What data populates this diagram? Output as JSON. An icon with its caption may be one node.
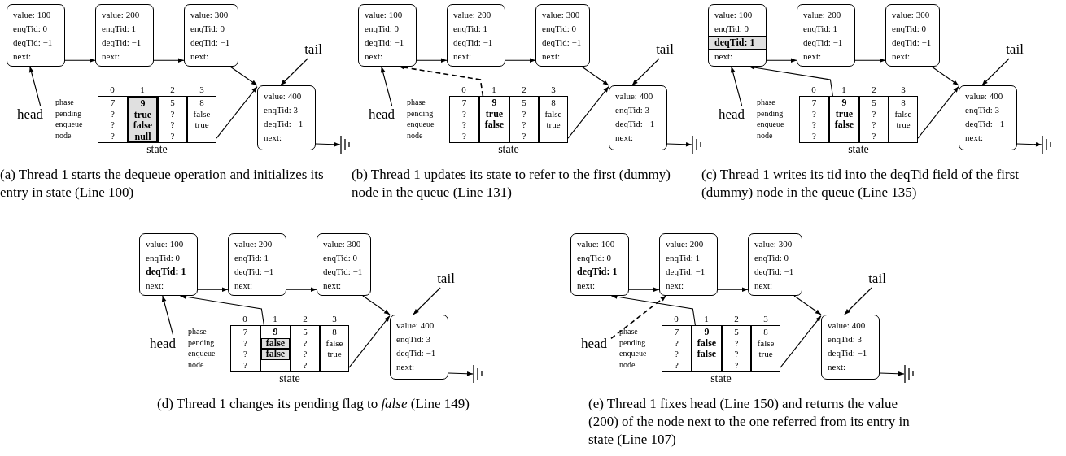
{
  "diagram": {
    "nodes": [
      {
        "text": [
          "value: 100",
          "enqTid: 0",
          "deqTid: −1",
          "next:"
        ]
      },
      {
        "text": [
          "value: 200",
          "enqTid: 1",
          "deqTid: −1",
          "next:"
        ]
      },
      {
        "text": [
          "value: 300",
          "enqTid: 0",
          "deqTid: −1",
          "next:"
        ]
      },
      {
        "text": [
          "value: 400",
          "enqTid: 3",
          "deqTid: −1",
          "next:"
        ]
      },
      {
        "text": [
          "head"
        ]
      },
      {
        "text": [
          "tail"
        ]
      },
      {
        "text": [
          "state"
        ]
      },
      {
        "text": [
          "7",
          "?",
          "?",
          "?"
        ],
        "in": 6
      },
      {
        "text": [
          "9",
          "true",
          "false",
          "null"
        ],
        "in": 6
      },
      {
        "text": [
          "5",
          "?",
          "?",
          "?"
        ],
        "in": 6
      },
      {
        "text": [
          "8",
          "false",
          "true"
        ],
        "in": 6
      },
      {
        "text": [],
        "shape": "ground"
      },
      {
        "text": [
          "value: 100",
          "enqTid: 0",
          "deqTid: −1",
          "next:"
        ]
      },
      {
        "text": [
          "value: 200",
          "enqTid: 1",
          "deqTid: −1",
          "next:"
        ]
      },
      {
        "text": [
          "value: 300",
          "enqTid: 0",
          "deqTid: −1",
          "next:"
        ]
      },
      {
        "text": [
          "value: 400",
          "enqTid: 3",
          "deqTid: −1",
          "next:"
        ]
      },
      {
        "text": [
          "head"
        ]
      },
      {
        "text": [
          "tail"
        ]
      },
      {
        "text": [
          "state"
        ]
      },
      {
        "text": [
          "7",
          "?",
          "?",
          "?"
        ],
        "in": 18
      },
      {
        "text": [
          "9",
          "true",
          "false"
        ],
        "in": 18
      },
      {
        "text": [
          "5",
          "?",
          "?",
          "?"
        ],
        "in": 18
      },
      {
        "text": [
          "8",
          "false",
          "true"
        ],
        "in": 18
      },
      {
        "text": [],
        "shape": "ground"
      },
      {
        "text": [
          "value: 100",
          "enqTid: 0",
          "deqTid: 1",
          "next:"
        ]
      },
      {
        "text": [
          "value: 200",
          "enqTid: 1",
          "deqTid: −1",
          "next:"
        ]
      },
      {
        "text": [
          "value: 300",
          "enqTid: 0",
          "deqTid: −1",
          "next:"
        ]
      },
      {
        "text": [
          "value: 400",
          "enqTid: 3",
          "deqTid: −1",
          "next:"
        ]
      },
      {
        "text": [
          "head"
        ]
      },
      {
        "text": [
          "tail"
        ]
      },
      {
        "text": [
          "state"
        ]
      },
      {
        "text": [
          "7",
          "?",
          "?",
          "?"
        ],
        "in": 30
      },
      {
        "text": [
          "9",
          "true",
          "false"
        ],
        "in": 30
      },
      {
        "text": [
          "5",
          "?",
          "?",
          "?"
        ],
        "in": 30
      },
      {
        "text": [
          "8",
          "false",
          "true"
        ],
        "in": 30
      },
      {
        "text": [],
        "shape": "ground"
      },
      {
        "text": [
          "value: 100",
          "enqTid: 0",
          "deqTid: 1",
          "next:"
        ]
      },
      {
        "text": [
          "value: 200",
          "enqTid: 1",
          "deqTid: −1",
          "next:"
        ]
      },
      {
        "text": [
          "value: 300",
          "enqTid: 0",
          "deqTid: −1",
          "next:"
        ]
      },
      {
        "text": [
          "value: 400",
          "enqTid: 3",
          "deqTid: −1",
          "next:"
        ]
      },
      {
        "text": [
          "head"
        ]
      },
      {
        "text": [
          "tail"
        ]
      },
      {
        "text": [
          "state"
        ]
      },
      {
        "text": [
          "7",
          "?",
          "?",
          "?"
        ],
        "in": 42
      },
      {
        "text": [
          "9",
          "false",
          "false"
        ],
        "in": 42
      },
      {
        "text": [
          "5",
          "?",
          "?",
          "?"
        ],
        "in": 42
      },
      {
        "text": [
          "8",
          "false",
          "true"
        ],
        "in": 42
      },
      {
        "text": [],
        "shape": "ground"
      },
      {
        "text": [
          "value: 100",
          "enqTid: 0",
          "deqTid: 1",
          "next:"
        ]
      },
      {
        "text": [
          "value: 200",
          "enqTid: 1",
          "deqTid: −1",
          "next:"
        ]
      },
      {
        "text": [
          "value: 300",
          "enqTid: 0",
          "deqTid: −1",
          "next:"
        ]
      },
      {
        "text": [
          "value: 400",
          "enqTid: 3",
          "deqTid: −1",
          "next:"
        ]
      },
      {
        "text": [
          "head"
        ]
      },
      {
        "text": [
          "tail"
        ]
      },
      {
        "text": [
          "state"
        ]
      },
      {
        "text": [
          "7",
          "?",
          "?",
          "?"
        ],
        "in": 54
      },
      {
        "text": [
          "9",
          "false",
          "false"
        ],
        "in": 54
      },
      {
        "text": [
          "5",
          "?",
          "?",
          "?"
        ],
        "in": 54
      },
      {
        "text": [
          "8",
          "false",
          "true"
        ],
        "in": 54
      },
      {
        "text": [],
        "shape": "ground"
      }
    ],
    "edges": [
      {
        "from": 0,
        "to": 1,
        "arrow": "to"
      },
      {
        "from": 1,
        "to": 2,
        "arrow": "to"
      },
      {
        "from": 2,
        "to": 3,
        "arrow": "to"
      },
      {
        "from": 3,
        "to": 11,
        "arrow": "to"
      },
      {
        "from": 4,
        "to": 0,
        "arrow": "to"
      },
      {
        "from": 5,
        "to": 3,
        "arrow": "to"
      },
      {
        "from": 10,
        "to": 3,
        "arrow": "to"
      },
      {
        "from": 12,
        "to": 13,
        "arrow": "to"
      },
      {
        "from": 13,
        "to": 14,
        "arrow": "to"
      },
      {
        "from": 14,
        "to": 15,
        "arrow": "to"
      },
      {
        "from": 15,
        "to": 23,
        "arrow": "to"
      },
      {
        "from": 16,
        "to": 12,
        "arrow": "to"
      },
      {
        "from": 17,
        "to": 15,
        "arrow": "to"
      },
      {
        "from": 20,
        "to": 12,
        "arrow": "to",
        "style": "dashed"
      },
      {
        "from": 22,
        "to": 15,
        "arrow": "to"
      },
      {
        "from": 24,
        "to": 25,
        "arrow": "to"
      },
      {
        "from": 25,
        "to": 26,
        "arrow": "to"
      },
      {
        "from": 26,
        "to": 27,
        "arrow": "to"
      },
      {
        "from": 27,
        "to": 35,
        "arrow": "to"
      },
      {
        "from": 28,
        "to": 24,
        "arrow": "to"
      },
      {
        "from": 29,
        "to": 27,
        "arrow": "to"
      },
      {
        "from": 32,
        "to": 24,
        "arrow": "to"
      },
      {
        "from": 34,
        "to": 27,
        "arrow": "to"
      },
      {
        "from": 36,
        "to": 37,
        "arrow": "to"
      },
      {
        "from": 37,
        "to": 38,
        "arrow": "to"
      },
      {
        "from": 38,
        "to": 39,
        "arrow": "to"
      },
      {
        "from": 39,
        "to": 47,
        "arrow": "to"
      },
      {
        "from": 40,
        "to": 36,
        "arrow": "to"
      },
      {
        "from": 41,
        "to": 39,
        "arrow": "to"
      },
      {
        "from": 44,
        "to": 36,
        "arrow": "to"
      },
      {
        "from": 46,
        "to": 39,
        "arrow": "to"
      },
      {
        "from": 48,
        "to": 49,
        "arrow": "to"
      },
      {
        "from": 49,
        "to": 50,
        "arrow": "to"
      },
      {
        "from": 50,
        "to": 51,
        "arrow": "to"
      },
      {
        "from": 51,
        "to": 59,
        "arrow": "to"
      },
      {
        "from": 52,
        "to": 49,
        "arrow": "to",
        "style": "dashed"
      },
      {
        "from": 53,
        "to": 51,
        "arrow": "to"
      },
      {
        "from": 56,
        "to": 48,
        "arrow": "to"
      },
      {
        "from": 58,
        "to": 51,
        "arrow": "to"
      }
    ],
    "labels": [
      "0",
      "1",
      "2",
      "3",
      "phase",
      "pending",
      "enqueue",
      "node",
      "(a) Thread 1 starts the dequeue operation and initializes its entry in state (Line 100)",
      "0",
      "1",
      "2",
      "3",
      "phase",
      "pending",
      "enqueue",
      "node",
      "(b) Thread 1 updates its state to refer to the first (dummy) node in the queue (Line 131)",
      "0",
      "1",
      "2",
      "3",
      "phase",
      "pending",
      "enqueue",
      "node",
      "(c) Thread 1 writes its tid into the deqTid field of the first (dummy) node in the queue (Line 135)",
      "0",
      "1",
      "2",
      "3",
      "phase",
      "pending",
      "enqueue",
      "node",
      "(d) Thread 1 changes its pending flag to *false* (Line 149)",
      "0",
      "1",
      "2",
      "3",
      "phase",
      "pending",
      "enqueue",
      "node",
      "(e) Thread 1 fixes head (Line 150) and returns the value (200) of the node next to the one referred from its entry in state (Line 107)"
    ]
  }
}
